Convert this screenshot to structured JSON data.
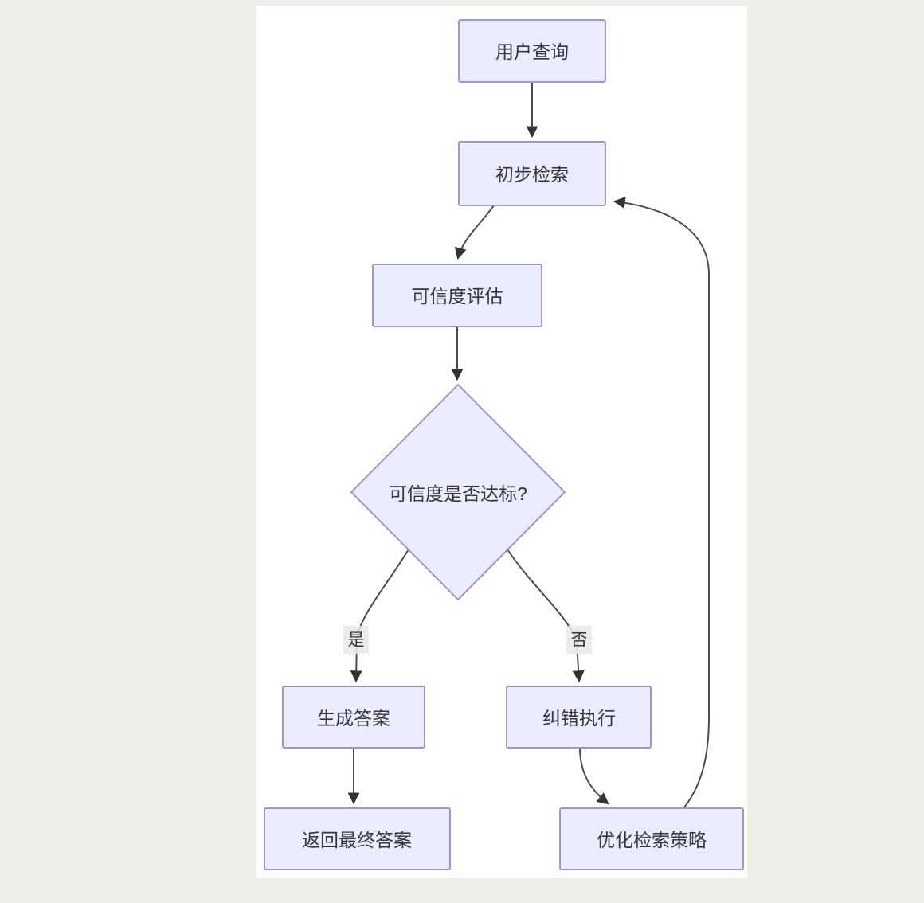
{
  "page": {
    "background_color": "#edefe9",
    "canvas_color": "#ffffff"
  },
  "diagram": {
    "type": "flowchart",
    "direction": "top-to-bottom",
    "colors": {
      "node_fill": "#ececff",
      "node_border": "#9c96cd",
      "edge_line": "#4b4b52",
      "arrowhead": "#333333",
      "node_text": "#35353d",
      "edge_label_text": "#333333",
      "edge_label_background": "#e8e8e8"
    },
    "nodes": [
      {
        "id": "user_query",
        "label": "用户查询",
        "shape": "rect"
      },
      {
        "id": "initial_retrieval",
        "label": "初步检索",
        "shape": "rect"
      },
      {
        "id": "credibility_assessment",
        "label": "可信度评估",
        "shape": "rect"
      },
      {
        "id": "credibility_check",
        "label": "可信度是否达标?",
        "shape": "diamond"
      },
      {
        "id": "generate_answer",
        "label": "生成答案",
        "shape": "rect"
      },
      {
        "id": "error_correction",
        "label": "纠错执行",
        "shape": "rect"
      },
      {
        "id": "return_final_answer",
        "label": "返回最终答案",
        "shape": "rect"
      },
      {
        "id": "optimize_retrieval",
        "label": "优化检索策略",
        "shape": "rect"
      }
    ],
    "edges": [
      {
        "from": "user_query",
        "to": "initial_retrieval",
        "label": ""
      },
      {
        "from": "initial_retrieval",
        "to": "credibility_assessment",
        "label": ""
      },
      {
        "from": "credibility_assessment",
        "to": "credibility_check",
        "label": ""
      },
      {
        "from": "credibility_check",
        "to": "generate_answer",
        "label": "是"
      },
      {
        "from": "credibility_check",
        "to": "error_correction",
        "label": "否"
      },
      {
        "from": "generate_answer",
        "to": "return_final_answer",
        "label": ""
      },
      {
        "from": "error_correction",
        "to": "optimize_retrieval",
        "label": ""
      },
      {
        "from": "optimize_retrieval",
        "to": "initial_retrieval",
        "label": ""
      }
    ]
  }
}
